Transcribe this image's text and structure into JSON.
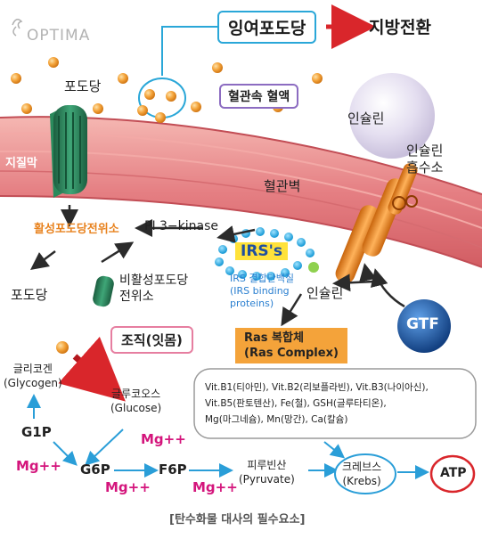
{
  "logo": {
    "text": "OPTIMA"
  },
  "header": {
    "excess_glucose": "잉여포도당",
    "fat_conversion": "지방전환"
  },
  "labels": {
    "glucose_top": "포도당",
    "plasma_membrane": "지질막",
    "blood_in_vessel": "혈관속 혈액",
    "insulin_top": "인슐린",
    "vessel_wall": "혈관벽",
    "insulin_receptor": "인슐린\n흡수소",
    "active_transporter": "활성포도당전위소",
    "pi3k": "PI 3−kinase",
    "irs": "IRS's",
    "irs_binding": "IRS 결합단백질\n(IRS binding\nproteins)",
    "insulin_mid": "인슐린",
    "inactive_transporter": "비활성포도당\n전위소",
    "glucose_left": "포도당",
    "gtf": "GTF",
    "tissue": "조직(잇몸)",
    "ras": "Ras 복합체\n(Ras Complex)"
  },
  "pathway": {
    "glycogen": "글리코겐\n(Glycogen)",
    "glucose": "글루코오스\n(Glucose)",
    "g1p": "G1P",
    "g6p": "G6P",
    "f6p": "F6P",
    "pyruvate": "피루빈산\n(Pyruvate)",
    "krebs": "크레브스\n(Krebs)",
    "atp": "ATP",
    "mg_1": "Mg++",
    "mg_2": "Mg++",
    "mg_3": "Mg++",
    "mg_4": "Mg++",
    "nutrients": "Vit.B1(티아민), Vit.B2(리보플라빈), Vit.B3(나이아신),\nVit.B5(판토텐산), Fe(철), GSH(글루타티온),\nMg(마그네슘), Mn(망간), Ca(칼슘)"
  },
  "caption": "[탄수화물 대사의 필수요소]",
  "colors": {
    "vessel": "#e88a8e",
    "glucose_dot": "#f2a03a",
    "transporter": "#2e7d5a",
    "receptor": "#e8821e",
    "gtf": "#1f5fa8",
    "accent_red": "#d9262b",
    "pathway_blue": "#2a9ed8",
    "mg": "#d4157c"
  }
}
